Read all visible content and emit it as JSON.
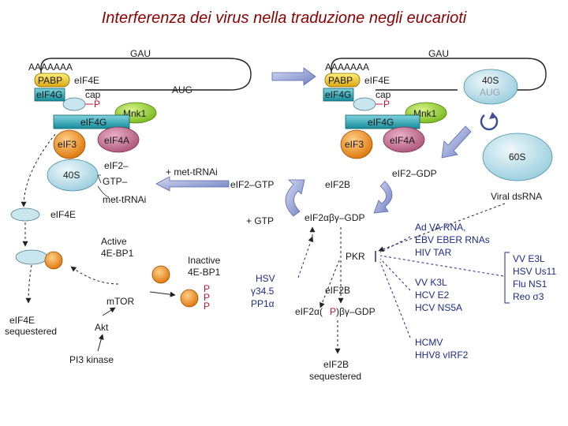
{
  "title": "Interferenza dei virus nella traduzione negli eucarioti",
  "left_complex": {
    "gau": "GAU",
    "polyA": "AAAAAAA",
    "pabp": "PABP",
    "eif4e": "eIF4E",
    "eif4g": "eIF4G",
    "cap": "cap",
    "p": "P",
    "aug": "AUG",
    "mnk1": "Mnk1",
    "eif4g2": "eIF4G",
    "eif3": "eIF3",
    "eif4a": "eIF4A",
    "s40": "40S",
    "eif2": "eIF2–",
    "gtp": "GTP–",
    "mettrna": "met-tRNAi"
  },
  "right_complex": {
    "gau": "GAU",
    "polyA": "AAAAAAA",
    "pabp": "PABP",
    "eif4e": "eIF4E",
    "eif4g": "eIF4G",
    "cap": "cap",
    "p": "P",
    "s40": "40S",
    "aug": "AUG",
    "mnk1": "Mnk1",
    "eif4g2": "eIF4G",
    "eif3": "eIF3",
    "eif4a": "eIF4A",
    "s60": "60S",
    "eif2gdp": "eIF2–GDP"
  },
  "cycle": {
    "plus_met": "+ met-tRNAi",
    "eif2gtp": "eIF2–GTP",
    "eif2b_top": "eIF2B",
    "plus_gtp": "+ GTP",
    "eif2abg_a": "eIF2αβγ–GDP",
    "eif2b_mid": "eIF2B",
    "eif2p_a": "eIF2α(",
    "eif2p_p": "P",
    "eif2p_b": ")βγ–GDP",
    "eif2b_bottom": "eIF2B",
    "sequestered": "sequestered"
  },
  "left_pathway": {
    "free_eif4e": "eIF4E",
    "active": "Active",
    "active_bp1": "4E-BP1",
    "inactive": "Inactive",
    "inactive_bp1": "4E-BP1",
    "p1": "P",
    "p2": "P",
    "p3": "P",
    "mtor": "mTOR",
    "akt": "Akt",
    "pi3k": "PI3 kinase",
    "eif4e_seq_1": "eIF4E",
    "eif4e_seq_2": "sequestered"
  },
  "viral": {
    "hsv_1": "HSV",
    "hsv_2": "γ34.5",
    "hsv_3": "PP1α",
    "viral_dsrna": "Viral dsRNA",
    "pkr": "PKR",
    "rna_group": [
      "Ad VA RNA,",
      "EBV EBER RNAs",
      "HIV TAR"
    ],
    "right_group": [
      "VV E3L",
      "HSV Us11",
      "Flu NS1",
      "Reo σ3"
    ],
    "k3l_group": [
      "VV K3L",
      "HCV E2",
      "HCV NS5A"
    ],
    "hcmv_group": [
      "HCMV",
      "HHV8 vIRF2"
    ]
  },
  "colors": {
    "title": "#8b0000",
    "pabp": "#e8c21a",
    "eif4g": "#1f9aa8",
    "eif4e": "#c9e6ef",
    "mnk1": "#9cd43a",
    "eif3": "#ef8a1f",
    "eif4a": "#c86a8f",
    "ribosome": "#bfe3ec",
    "bp1": "#f39a2c",
    "text_blue": "#1e2a8c",
    "phospho": "#c8102e"
  }
}
